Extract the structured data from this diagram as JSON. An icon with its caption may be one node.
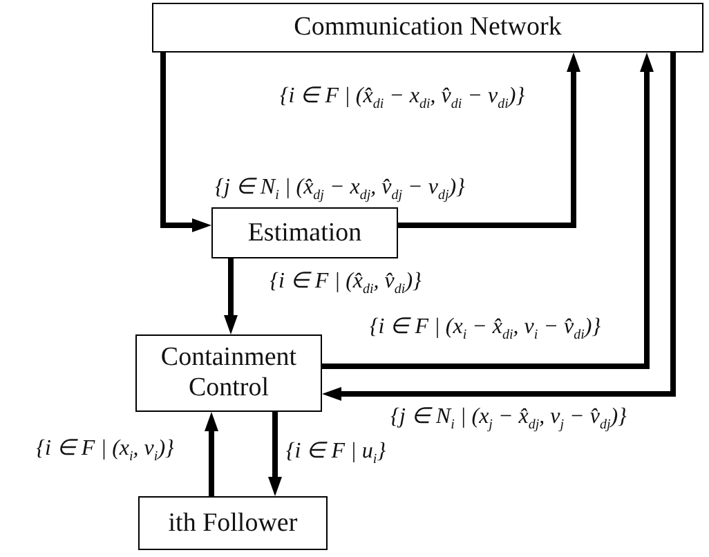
{
  "diagram": {
    "nodes": [
      {
        "text": [
          "Communication Network"
        ]
      },
      {
        "text": [
          "Estimation"
        ]
      },
      {
        "text": [
          "Containment Control"
        ]
      },
      {
        "text": [
          "ith Follower"
        ]
      }
    ],
    "edges": [
      {
        "from": 0,
        "to": 1,
        "arrow": "to",
        "label": "{j ∈ N$_{i}$ | (x̂$_{dj}$ − x$_{dj}$, v̂$_{dj}$ − v$_{dj}$)}"
      },
      {
        "from": 1,
        "to": 0,
        "arrow": "to",
        "label": "{i ∈ F | (x̂$_{di}$ − x$_{di}$, v̂$_{di}$ − v$_{di}$)}"
      },
      {
        "from": 1,
        "to": 2,
        "arrow": "to",
        "label": "{i ∈ F | (x̂$_{di}$, v̂$_{di}$)}"
      },
      {
        "from": 2,
        "to": 0,
        "arrow": "to",
        "label": "{i ∈ F | (x$_{i}$ − x̂$_{di}$, v$_{i}$ − v̂$_{di}$)}"
      },
      {
        "from": 0,
        "to": 2,
        "arrow": "to",
        "label": "{j ∈ N$_{i}$ | (x$_{j}$ − x̂$_{dj}$, v$_{j}$ − v̂$_{dj}$)}"
      },
      {
        "from": 3,
        "to": 2,
        "arrow": "to",
        "label": "{i ∈ F | (x$_{i}$, v$_{i}$)}"
      },
      {
        "from": 2,
        "to": 3,
        "arrow": "to",
        "label": "{i ∈ F | u$_{i}$}"
      }
    ]
  }
}
